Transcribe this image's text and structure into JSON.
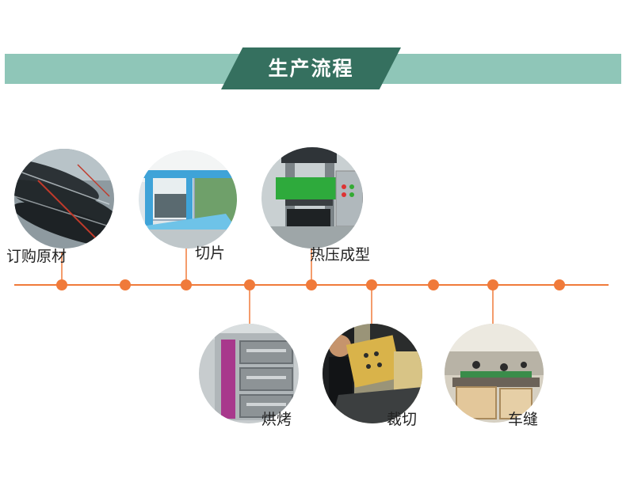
{
  "header": {
    "title": "生产流程"
  },
  "steps": [
    {
      "label": "订购原材",
      "icon": "rubber-rolls-icon"
    },
    {
      "label": "切片",
      "icon": "slicing-machine-icon"
    },
    {
      "label": "热压成型",
      "icon": "hot-press-machine-icon"
    },
    {
      "label": "烘烤",
      "icon": "oven-icon"
    },
    {
      "label": "裁切",
      "icon": "cutting-table-icon"
    },
    {
      "label": "车缝",
      "icon": "sewing-workshop-icon"
    }
  ],
  "colors": {
    "banner_light": "#8fc6b8",
    "banner_dark": "#35705f",
    "timeline": "#f07a3a",
    "label_text": "#222222"
  }
}
